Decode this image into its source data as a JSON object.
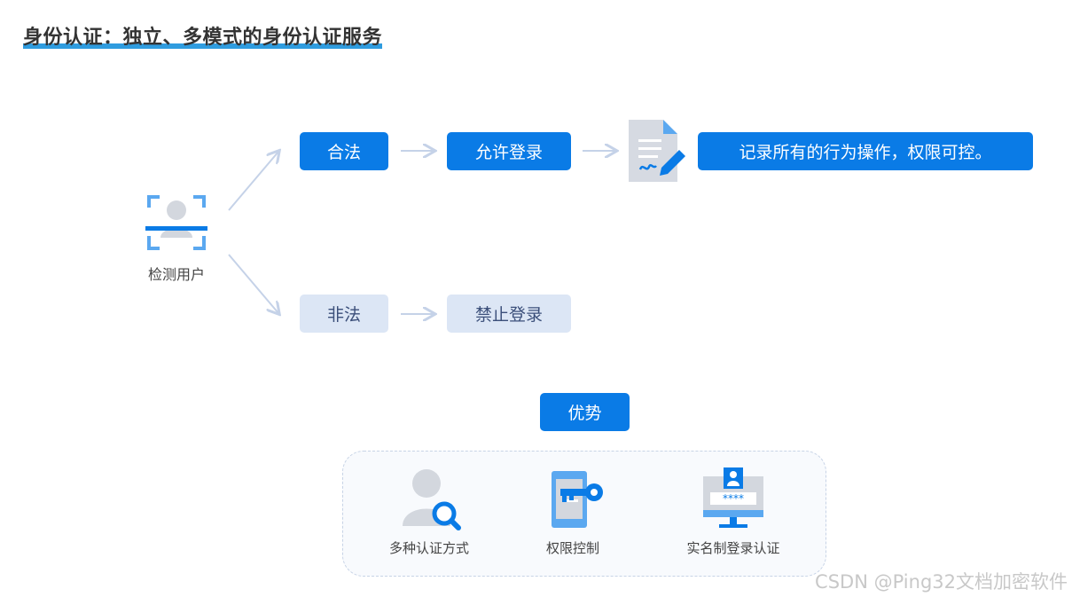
{
  "title": "身份认证：独立、多模式的身份认证服务",
  "detect": {
    "label": "检测用户",
    "icon": "user-scan-icon"
  },
  "legal_branch": {
    "status": "合法",
    "action": "允许登录",
    "document_icon": "signed-document-icon",
    "result": "记录所有的行为操作，权限可控。"
  },
  "illegal_branch": {
    "status": "非法",
    "action": "禁止登录"
  },
  "advantages": {
    "heading": "优势",
    "items": [
      {
        "label": "多种认证方式",
        "icon": "user-search-icon"
      },
      {
        "label": "权限控制",
        "icon": "phone-key-icon"
      },
      {
        "label": "实名制登录认证",
        "icon": "monitor-login-icon"
      }
    ]
  },
  "watermark": "CSDN @Ping32文档加密软件",
  "colors": {
    "primary": "#0a7be6",
    "light_box": "#dce6f5",
    "underline": "#2f9cdf",
    "icon_gray": "#d3d7de"
  }
}
